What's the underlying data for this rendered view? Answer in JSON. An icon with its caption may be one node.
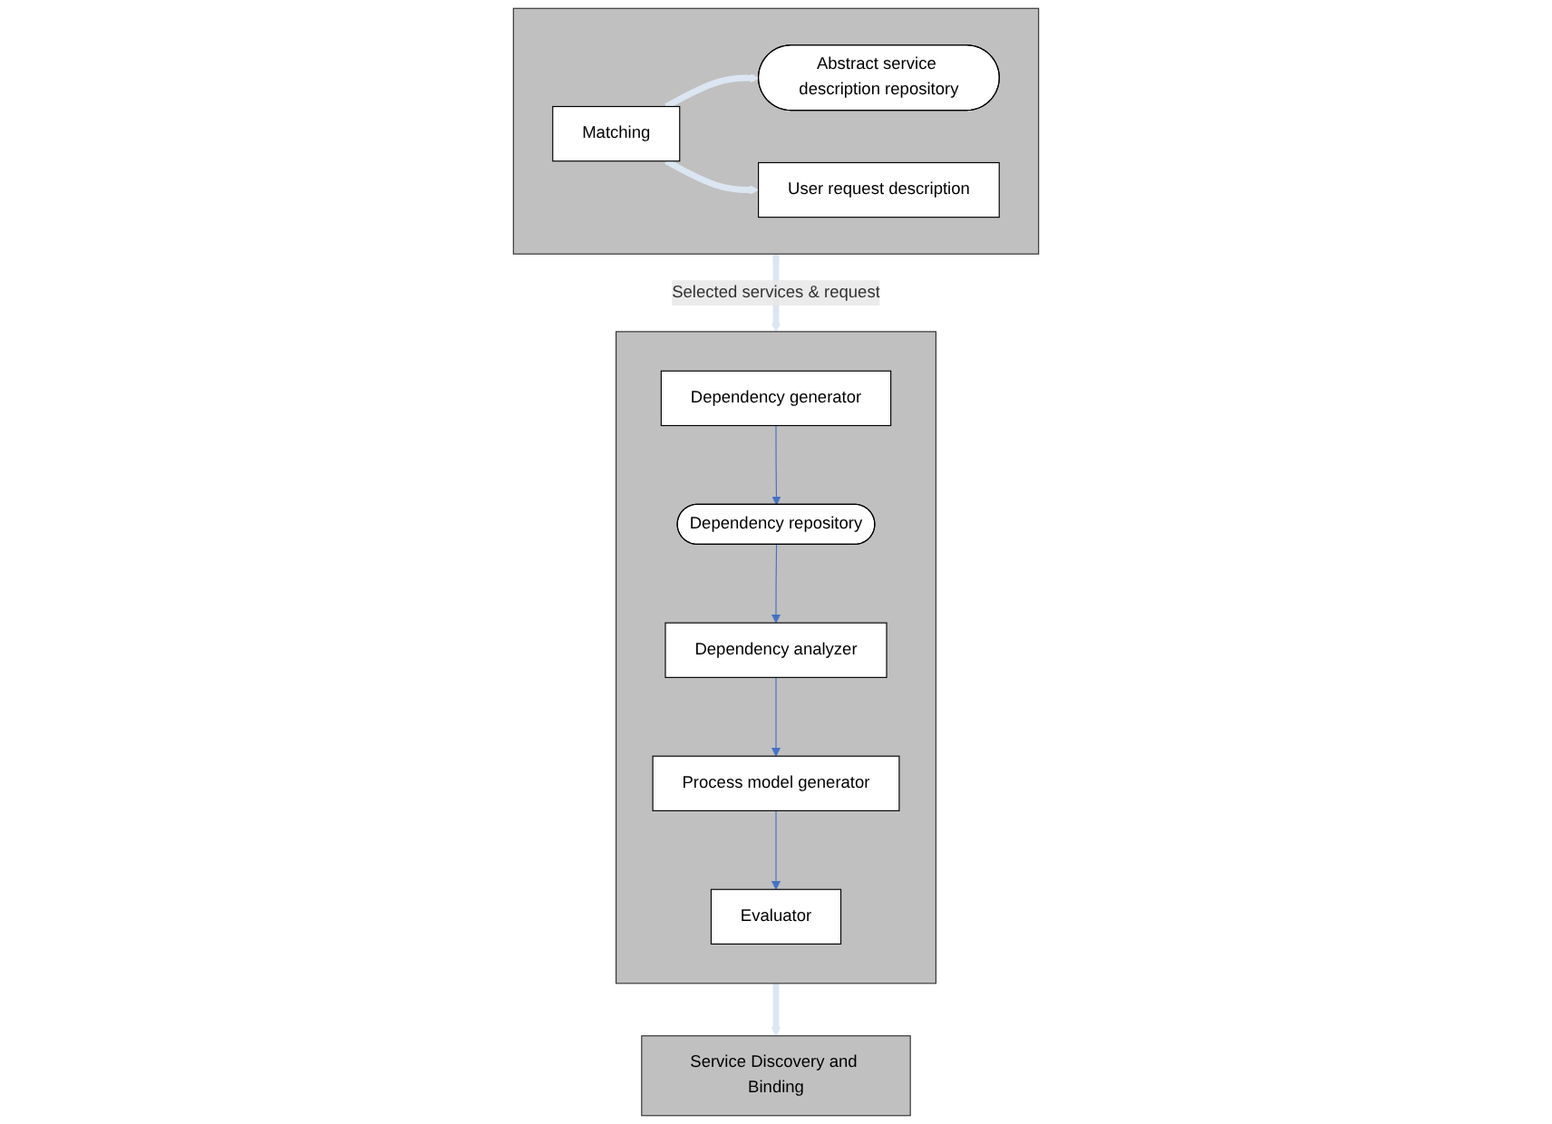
{
  "diagram": {
    "nodes": [
      {
        "text": [],
        "shape": "box"
      },
      {
        "text": [
          "Abstract service description repository"
        ],
        "in": 0
      },
      {
        "text": [
          "Matching"
        ],
        "in": 0
      },
      {
        "text": [
          "User request description"
        ],
        "in": 0
      },
      {
        "text": [],
        "shape": "box"
      },
      {
        "text": [
          "Dependency generator"
        ],
        "in": 4
      },
      {
        "text": [
          "Dependency repository"
        ],
        "in": 4
      },
      {
        "text": [
          "Dependency analyzer"
        ],
        "in": 4
      },
      {
        "text": [
          "Process model generator"
        ],
        "in": 4
      },
      {
        "text": [
          "Evaluator"
        ],
        "in": 4
      },
      {
        "text": [
          "Service Discovery and Binding"
        ]
      }
    ],
    "edges": [
      {
        "from": 2,
        "to": 1,
        "arrow": "to",
        "style": "thick",
        "color": "#dce6f2"
      },
      {
        "from": 2,
        "to": 3,
        "arrow": "to",
        "style": "thick",
        "color": "#dce6f2"
      },
      {
        "from": 0,
        "to": 4,
        "arrow": "to",
        "label": "Selected services & request",
        "style": "thick",
        "color": "#dce6f2"
      },
      {
        "from": 5,
        "to": 6,
        "arrow": "to",
        "color": "#4472c4"
      },
      {
        "from": 6,
        "to": 7,
        "arrow": "to",
        "color": "#4472c4"
      },
      {
        "from": 7,
        "to": 8,
        "arrow": "to",
        "color": "#4472c4"
      },
      {
        "from": 8,
        "to": 9,
        "arrow": "to",
        "color": "#4472c4"
      },
      {
        "from": 4,
        "to": 10,
        "arrow": "to",
        "style": "thick",
        "color": "#dce6f2"
      }
    ]
  }
}
